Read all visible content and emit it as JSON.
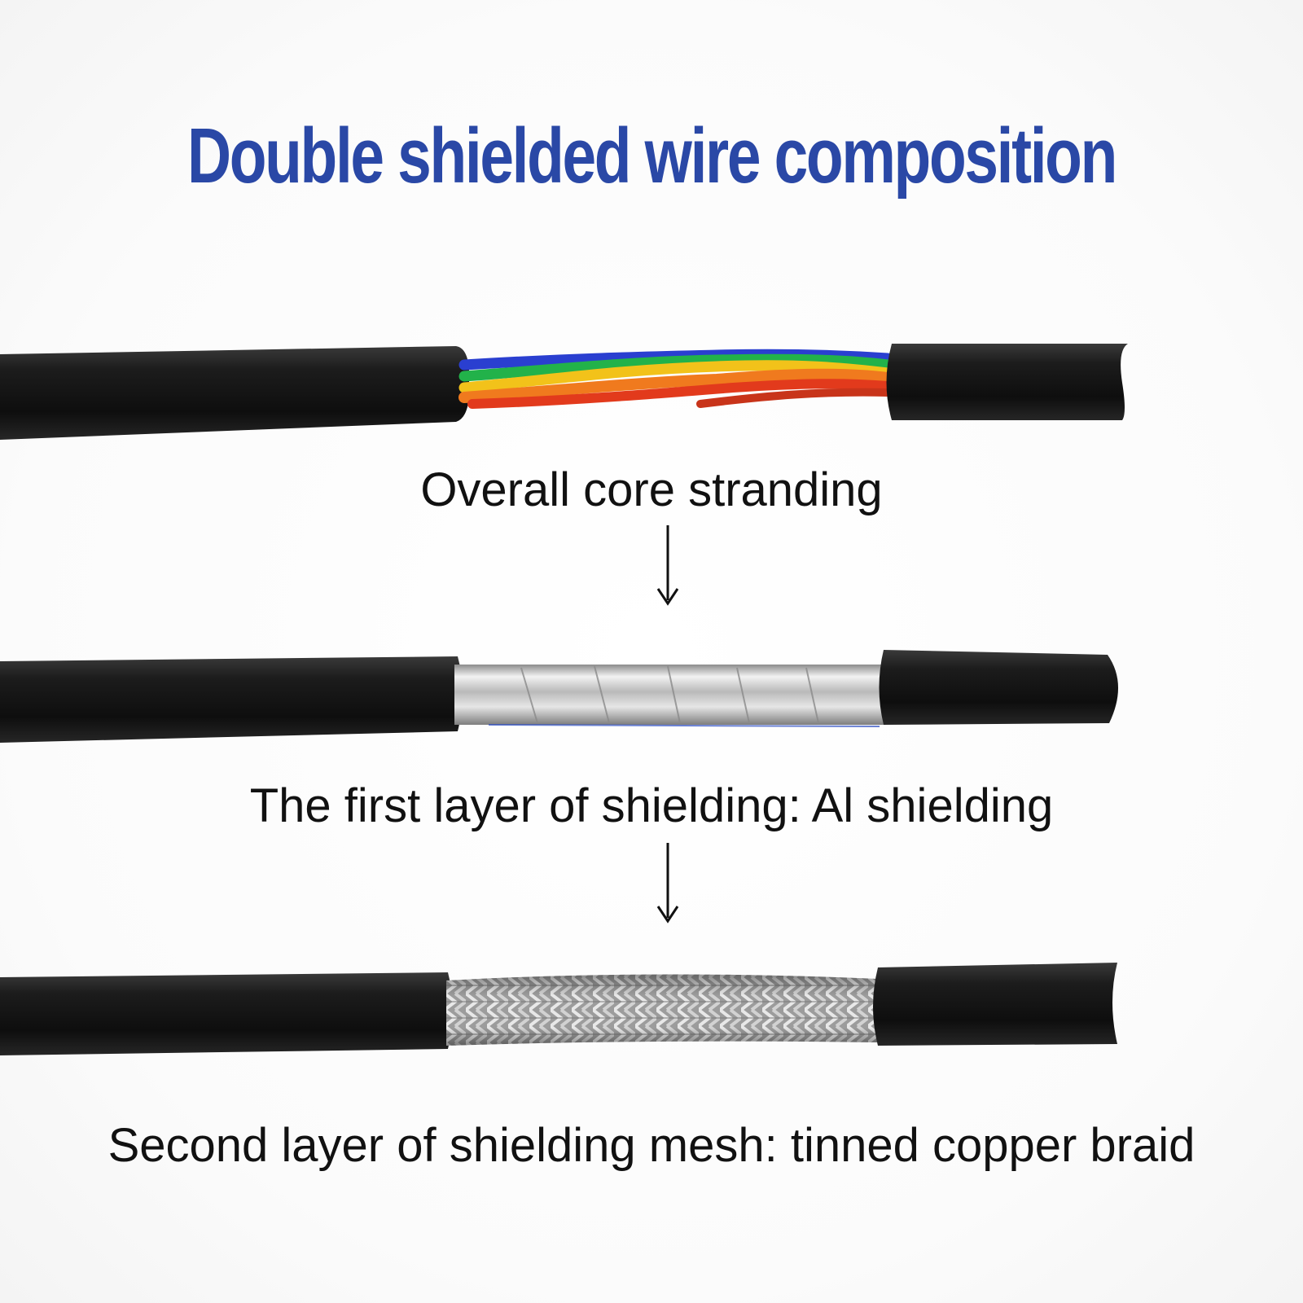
{
  "title": "Double shielded wire composition",
  "colors": {
    "title": "#2a48a6",
    "caption": "#111111",
    "jacket": "#151515",
    "foil": "#c8c8c8",
    "braid": "#a9a9a9",
    "wire_blue": "#2a3fd0",
    "wire_green": "#22b24a",
    "wire_yellow": "#f2c21a",
    "wire_orange": "#f07a1e",
    "wire_red": "#e23a1c"
  },
  "stages": [
    {
      "label": "Overall core stranding",
      "icon": "stranded-core"
    },
    {
      "label": "The first layer of shielding: Al shielding",
      "icon": "aluminum-foil"
    },
    {
      "label": "Second layer of shielding mesh: tinned copper braid",
      "icon": "tinned-copper-braid"
    }
  ]
}
